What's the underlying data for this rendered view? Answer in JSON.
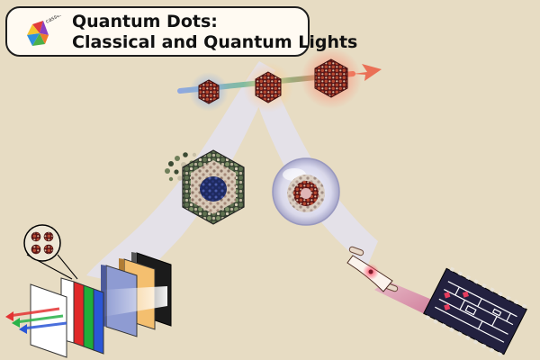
{
  "header": {
    "title_line1": "Quantum Dots:",
    "title_line2": "Classical and Quantum Lights",
    "logo_text": "cassort lab"
  },
  "colors": {
    "background": "#e7dcc3",
    "beam": "#e4e0ea",
    "dot_blue_glow": "#8fb0e8",
    "dot_orange_glow": "#ffc98a",
    "dot_red_glow": "#ff8870",
    "emission_arrow": "#ea7056",
    "chip": "#23213f",
    "filter_red": "#e02828",
    "filter_green": "#1fae3a",
    "filter_blue": "#2b56d6"
  },
  "icons": [
    "quantum-dot-icon",
    "core-shell-icon",
    "photonic-chip-icon",
    "microcavity-icon",
    "display-stack-icon",
    "rgb-arrows-icon"
  ]
}
